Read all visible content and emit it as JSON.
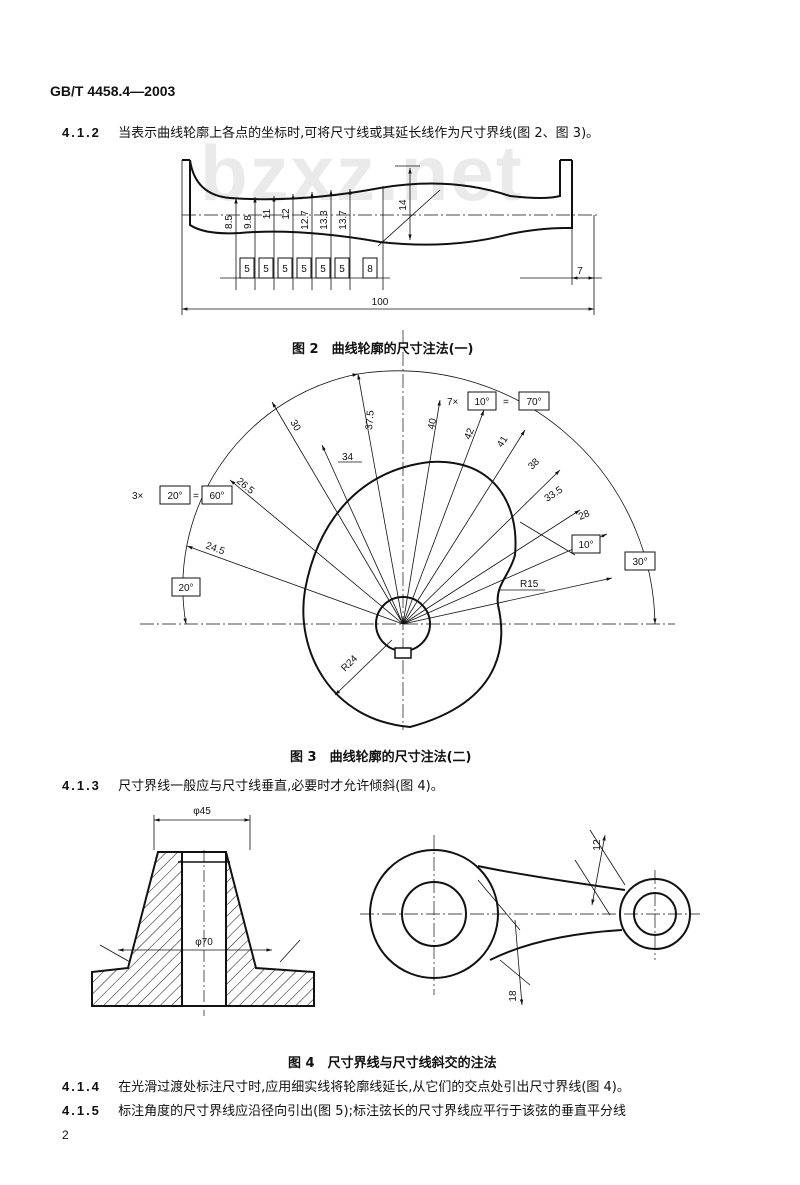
{
  "header": "GB/T 4458.4—2003",
  "watermark": "bzxz.net",
  "paragraphs": [
    {
      "num": "4.1.2",
      "text": "当表示曲线轮廓上各点的坐标时,可将尺寸线或其延长线作为尺寸界线(图 2、图 3)。"
    },
    {
      "num": "4.1.3",
      "text": "尺寸界线一般应与尺寸线垂直,必要时才允许倾斜(图 4)。"
    },
    {
      "num": "4.1.4",
      "text": "在光滑过渡处标注尺寸时,应用细实线将轮廓线延长,从它们的交点处引出尺寸界线(图 4)。"
    },
    {
      "num": "4.1.5",
      "text": "标注角度的尺寸界线应沿径向引出(图 5);标注弦长的尺寸界线应平行于该弦的垂直平分线"
    }
  ],
  "fig2": {
    "caption": "图 2　曲线轮廓的尺寸注法(一)",
    "heights": [
      "8.5",
      "9.8",
      "11",
      "12",
      "12.7",
      "13.3",
      "13.7"
    ],
    "height_right": "14",
    "spacings": [
      "5",
      "5",
      "5",
      "5",
      "5",
      "5",
      "8"
    ],
    "end_width": "7",
    "total_length": "100"
  },
  "fig3": {
    "caption": "图 3　曲线轮廓的尺寸注法(二)",
    "radii": [
      "24.5",
      "26.5",
      "30",
      "34",
      "37.5",
      "40",
      "42",
      "41",
      "38",
      "33.5",
      "28"
    ],
    "angle_left_count": "3×",
    "angle_left_step": "20°",
    "angle_left_total": "60°",
    "angle_top_count": "7×",
    "angle_top_step": "10°",
    "angle_top_total": "70°",
    "angle_first": "20°",
    "angle_last_step": "10°",
    "angle_last": "30°",
    "r_small": "R15",
    "r_large": "R24"
  },
  "fig4": {
    "caption": "图 4　尺寸界线与尺寸线斜交的注法",
    "dia_top": "φ45",
    "dia_base": "φ70",
    "dim_top": "12",
    "dim_bottom": "18"
  },
  "page_number": "2"
}
